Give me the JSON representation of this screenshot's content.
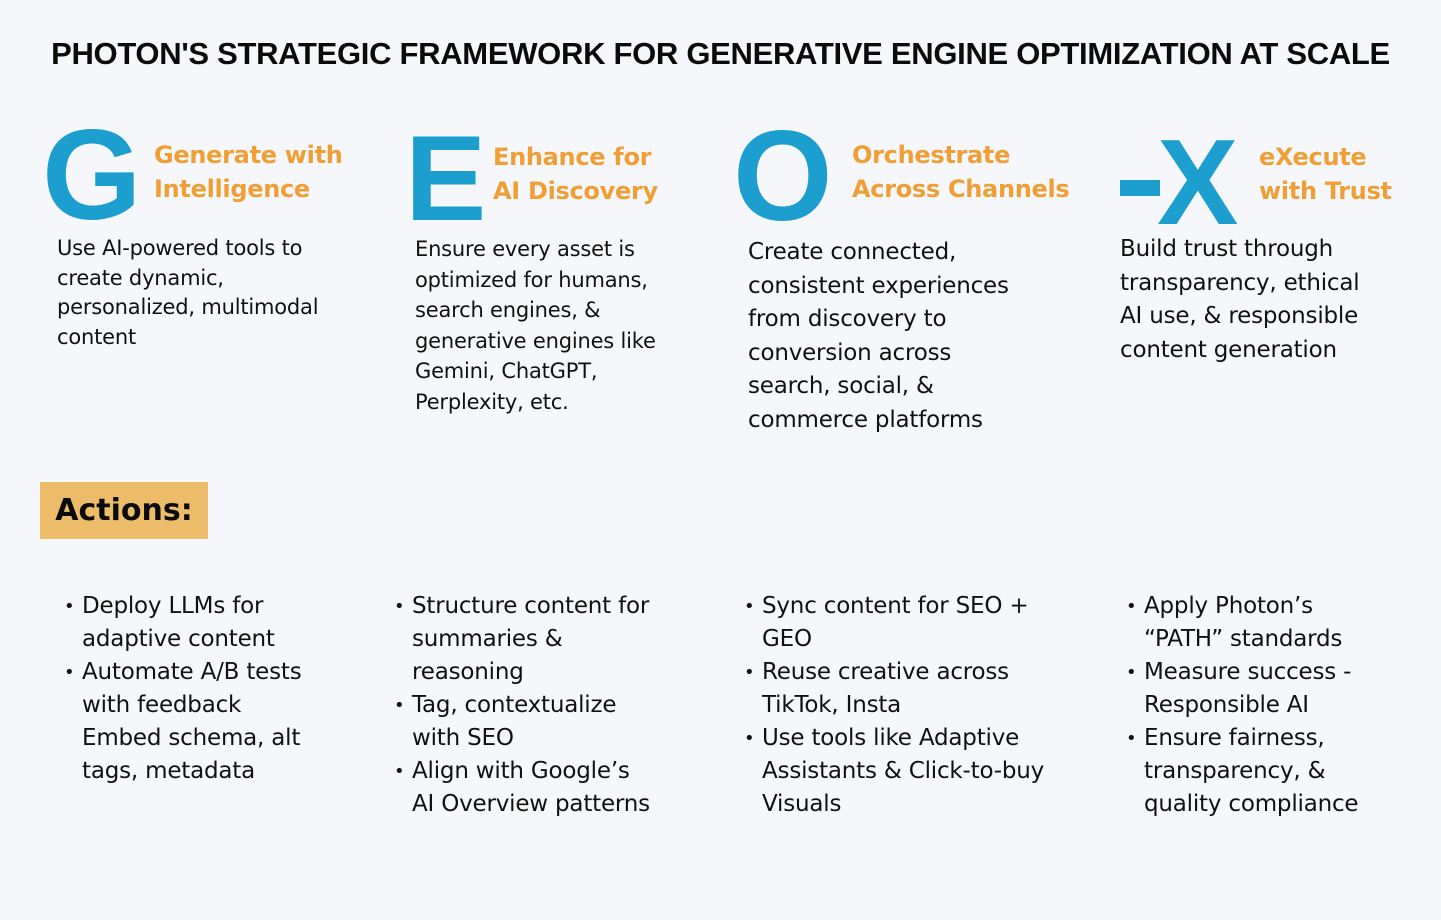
{
  "title": "PHOTON'S STRATEGIC FRAMEWORK FOR GENERATIVE ENGINE OPTIMIZATION AT SCALE",
  "colors": {
    "blue": "#1c9fcf",
    "orange": "#ef9f36",
    "actions_bg": "#edbc6a",
    "background": "#f5f7fa"
  },
  "pillars": [
    {
      "letter": "G",
      "heading": "Generate with\nIntelligence",
      "description": "Use AI-powered tools to\ncreate dynamic,\npersonalized, multimodal\ncontent"
    },
    {
      "letter": "E",
      "heading": "Enhance for\nAI Discovery",
      "description": "Ensure every asset is\noptimized for humans,\nsearch engines, &\ngenerative engines like\nGemini, ChatGPT,\nPerplexity, etc."
    },
    {
      "letter": "O",
      "heading": "Orchestrate\nAcross Channels",
      "description": "Create connected,\nconsistent experiences\nfrom discovery to\nconversion across\nsearch, social, &\ncommerce platforms"
    },
    {
      "letter": "X",
      "heading": "eXecute\nwith Trust",
      "description": "Build trust through\ntransparency, ethical\nAI use, & responsible\ncontent generation"
    }
  ],
  "actions_label": "Actions:",
  "actions": [
    [
      {
        "text": "Deploy LLMs for\nadaptive content",
        "bullet": true
      },
      {
        "text": "Automate A/B  tests\nwith feedback",
        "bullet": true
      },
      {
        "text": "Embed schema, alt\ntags, metadata",
        "bullet": false
      }
    ],
    [
      {
        "text": "Structure content for\nsummaries &\nreasoning",
        "bullet": true
      },
      {
        "text": "Tag, contextualize\nwith SEO",
        "bullet": true
      },
      {
        "text": "Align with Google’s\nAI Overview patterns",
        "bullet": true
      }
    ],
    [
      {
        "text": "Sync content for SEO +\nGEO",
        "bullet": true
      },
      {
        "text": "Reuse creative across\nTikTok, Insta",
        "bullet": true
      },
      {
        "text": "Use tools like Adaptive\nAssistants & Click-to-buy\nVisuals",
        "bullet": true
      }
    ],
    [
      {
        "text": "Apply Photon’s\n“PATH” standards",
        "bullet": true
      },
      {
        "text": "Measure success -\nResponsible AI",
        "bullet": true
      },
      {
        "text": "Ensure fairness,\ntransparency, &\nquality compliance",
        "bullet": true
      }
    ]
  ]
}
